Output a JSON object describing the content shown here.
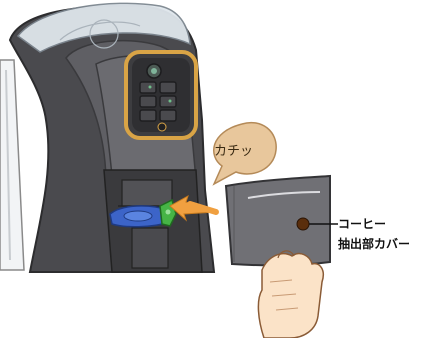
{
  "sfx_label": "カチッ",
  "callout": {
    "line1": "コーヒー",
    "line2": "抽出部カバー"
  },
  "colors": {
    "body_dark": "#4a4a4e",
    "body_mid": "#6b6b70",
    "cover": "#707075",
    "panel_ring": "#d9a446",
    "sfx_bubble": "#e8c79c",
    "arrow": "#f0a040",
    "blue_part": "#3c64c8",
    "green_part": "#46b446",
    "skin": "#fbe3c8"
  }
}
